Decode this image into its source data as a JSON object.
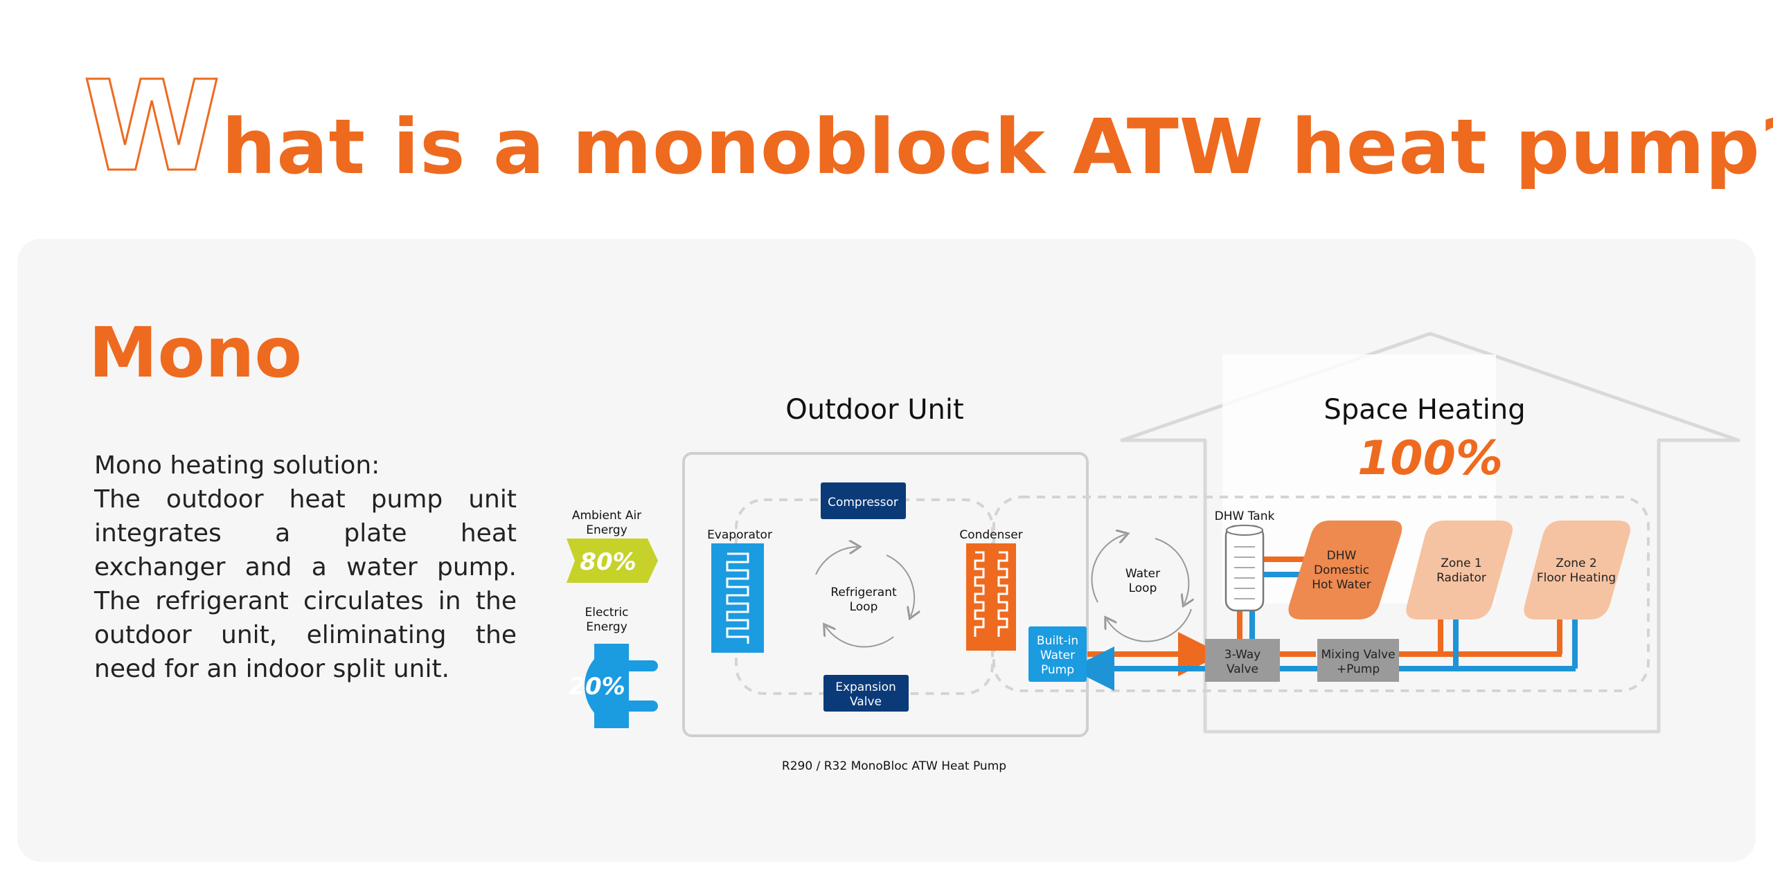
{
  "title": {
    "first_letter": "W",
    "rest": "hat is a monoblock ATW heat pump?"
  },
  "section": {
    "title": "Mono",
    "description_lines": [
      "Mono heating solution:",
      "The outdoor heat pump unit",
      "integrates a plate heat",
      "exchanger and a water pump.",
      "The refrigerant circulates in the",
      "outdoor unit, eliminating the",
      "need for an indoor split unit."
    ]
  },
  "diagram": {
    "outdoor_unit_title": "Outdoor Unit",
    "space_heating_title": "Space Heating",
    "space_heating_pct": "100%",
    "ambient_label_1": "Ambient Air",
    "ambient_label_2": "Energy",
    "ambient_pct": "80%",
    "electric_label_1": "Electric",
    "electric_label_2": "Energy",
    "electric_pct": "20%",
    "evaporator": "Evaporator",
    "condenser": "Condenser",
    "compressor": "Compressor",
    "refrigerant_loop_1": "Refrigerant",
    "refrigerant_loop_2": "Loop",
    "expansion_valve_1": "Expansion",
    "expansion_valve_2": "Valve",
    "water_loop_1": "Water",
    "water_loop_2": "Loop",
    "builtin_pump_1": "Built-in",
    "builtin_pump_2": "Water",
    "builtin_pump_3": "Pump",
    "dhw_tank": "DHW Tank",
    "dhw_1": "DHW",
    "dhw_2": "Domestic",
    "dhw_3": "Hot Water",
    "zone1_1": "Zone 1",
    "zone1_2": "Radiator",
    "zone2_1": "Zone 2",
    "zone2_2": "Floor Heating",
    "three_way_1": "3-Way",
    "three_way_2": "Valve",
    "mixing_1": "Mixing Valve",
    "mixing_2": "+Pump",
    "caption": "R290 / R32 MonoBloc ATW Heat Pump"
  },
  "colors": {
    "orange": "#ee6a1f",
    "blue": "#1e94d6",
    "navy": "#0b3a78",
    "lime": "#c6d22a",
    "grey": "#9a9a9a",
    "light_orange": "#f6c3a2"
  }
}
